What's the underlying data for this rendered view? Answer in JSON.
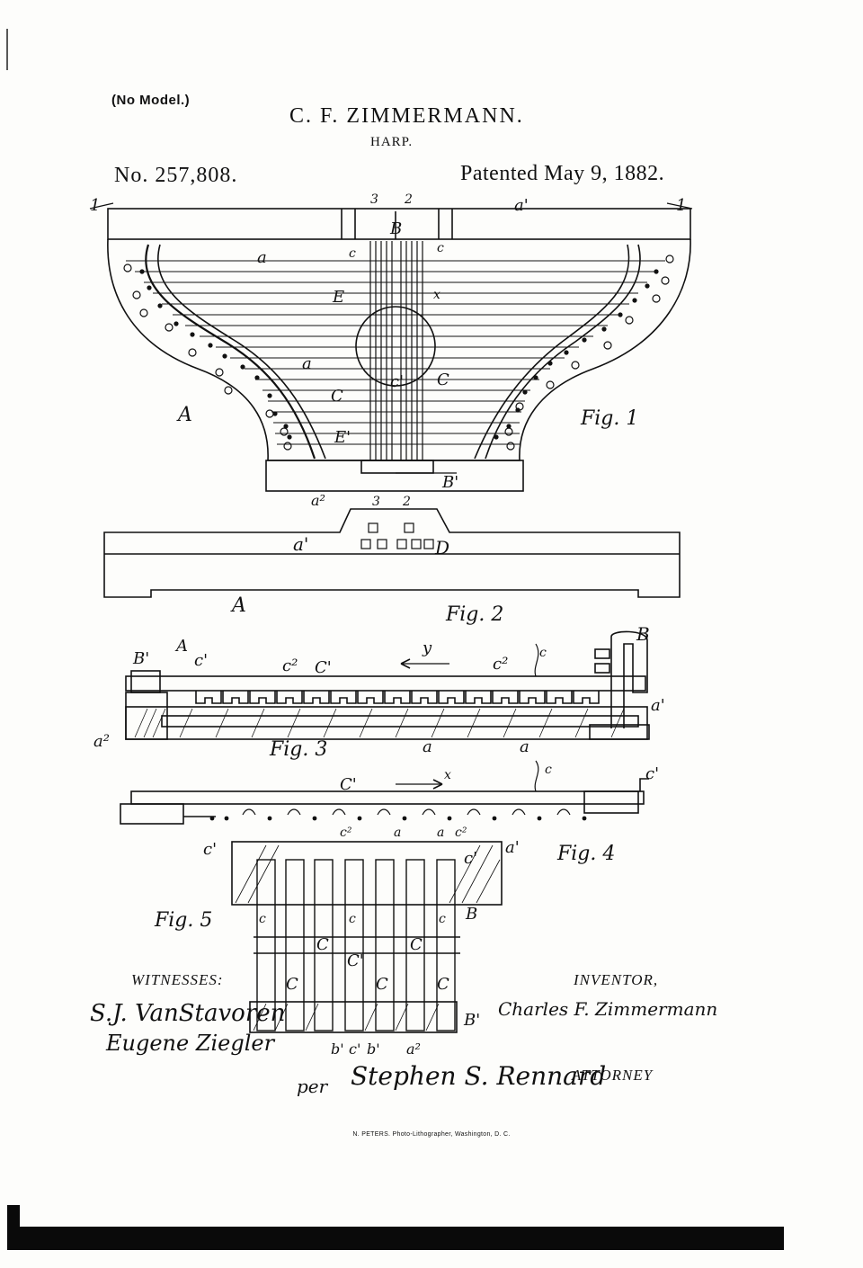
{
  "header": {
    "model_note": "(No Model.)",
    "inventor": "C. F. ZIMMERMANN.",
    "title": "HARP.",
    "patent_number": "No. 257,808.",
    "patent_date": "Patented May 9, 1882."
  },
  "figures": {
    "fig1": "Fig. 1",
    "fig2": "Fig. 2",
    "fig3": "Fig. 3",
    "fig4": "Fig. 4",
    "fig5": "Fig. 5"
  },
  "labels": {
    "A": "A",
    "B": "B",
    "B_prime": "B'",
    "C": "C",
    "C_prime": "C'",
    "D": "D",
    "E": "E",
    "E_prime": "E'",
    "a": "a",
    "a_prime": "a'",
    "a2": "a²",
    "b_prime": "b'",
    "c": "c",
    "c_prime": "c'",
    "c2": "c²",
    "x": "x",
    "y": "y",
    "n1": "1",
    "n2": "2",
    "n3": "3"
  },
  "signatures": {
    "witnesses_label": "WITNESSES:",
    "witness_1": "S.J. VanStavoren",
    "witness_2": "Eugene Ziegler",
    "inventor_label": "INVENTOR,",
    "inventor_signature": "Charles F. Zimmermann",
    "per": "per",
    "attorney_signature": "Stephen S. Rennard",
    "attorney_label": "ATTORNEY"
  },
  "printer": "N. PETERS. Photo-Lithographer, Washington, D. C."
}
